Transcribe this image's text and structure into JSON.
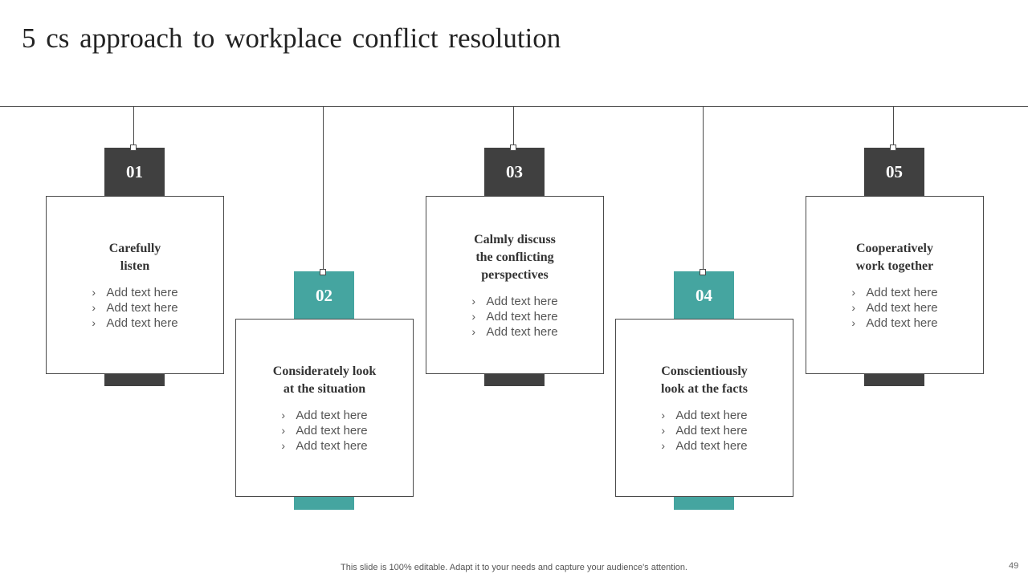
{
  "slide": {
    "title": "5 cs approach to workplace conflict resolution",
    "footer_note": "This slide is 100% editable. Adapt it to your needs and capture your audience's attention.",
    "page_number": "49"
  },
  "colors": {
    "dark": "#404040",
    "teal": "#45a5a0",
    "line": "#4a4a4a"
  },
  "bullet_icon": "chevron-right-icon",
  "steps": [
    {
      "number": "01",
      "heading_lines": [
        "Carefully",
        "listen"
      ],
      "bullets": [
        "Add text here",
        "Add text here",
        "Add text here"
      ]
    },
    {
      "number": "02",
      "heading_lines": [
        "Considerately look",
        "at the situation"
      ],
      "bullets": [
        "Add text here",
        "Add text here",
        "Add text here"
      ]
    },
    {
      "number": "03",
      "heading_lines": [
        "Calmly discuss",
        "the conflicting",
        "perspectives"
      ],
      "bullets": [
        "Add text here",
        "Add text here",
        "Add text here"
      ]
    },
    {
      "number": "04",
      "heading_lines": [
        "Conscientiously",
        "look at the facts"
      ],
      "bullets": [
        "Add text here",
        "Add text here",
        "Add text here"
      ]
    },
    {
      "number": "05",
      "heading_lines": [
        "Cooperatively",
        "work together"
      ],
      "bullets": [
        "Add text here",
        "Add text here",
        "Add text here"
      ]
    }
  ]
}
